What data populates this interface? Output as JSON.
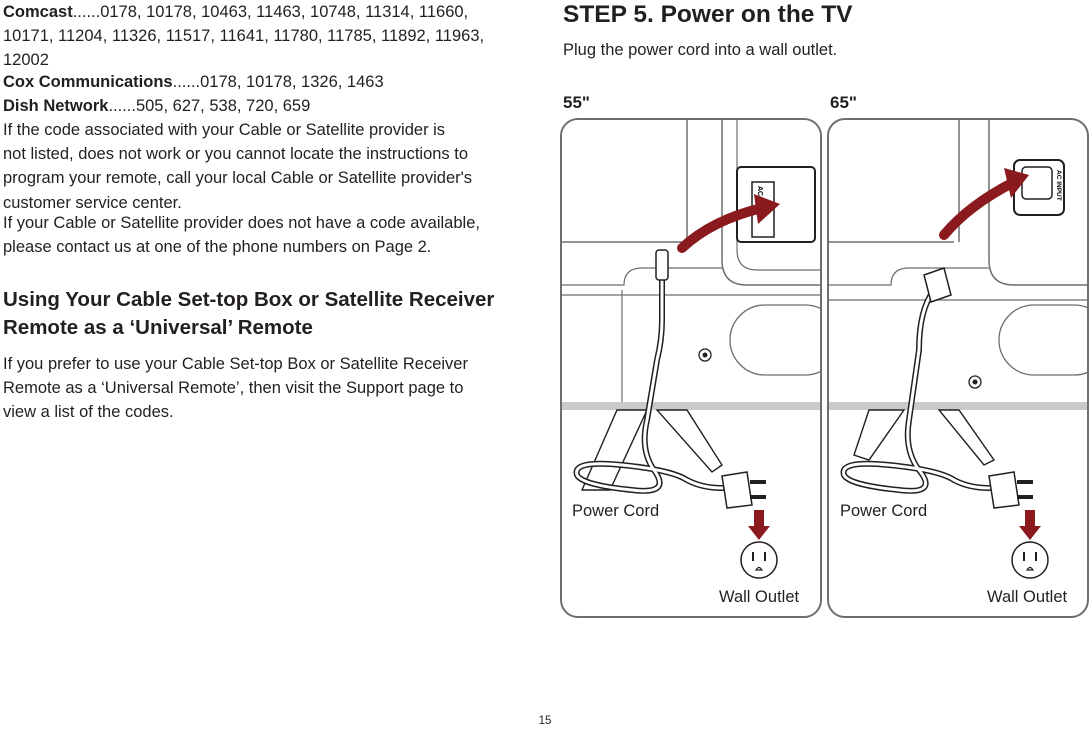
{
  "left": {
    "providers": [
      {
        "name": "Comcast",
        "codes_lines": [
          "......0178, 10178, 10463, 11463, 10748, 11314, 11660,",
          "10171, 11204, 11326, 11517, 11641, 11780, 11785, 11892, 11963,",
          "12002"
        ]
      },
      {
        "name": "Cox Communications",
        "codes_lines": [
          "......0178, 10178, 1326, 1463"
        ]
      },
      {
        "name": "Dish Network",
        "codes_lines": [
          "......505, 627, 538, 720, 659"
        ]
      }
    ],
    "para1": [
      "If the code associated with your Cable or Satellite provider is",
      "not listed, does not work or you cannot locate the instructions to",
      "program your remote, call your local Cable or Satellite provider's",
      "customer service center."
    ],
    "para2": [
      "If your Cable or Satellite provider does not have a code available,",
      "please contact us at one of the phone numbers on Page 2."
    ],
    "heading": [
      "Using Your Cable Set-top Box or Satellite Receiver",
      "Remote as a ‘Universal’ Remote"
    ],
    "para3": [
      "If you prefer to use your Cable Set-top Box or Satellite Receiver",
      "Remote as a ‘Universal Remote’, then visit the Support page to",
      "view a list of the codes."
    ]
  },
  "right": {
    "title": "STEP 5. Power on the TV",
    "instruction": "Plug the power cord into a wall outlet.",
    "panels": [
      {
        "size_label": "55\"",
        "power_cord_label": "Power Cord",
        "wall_outlet_label": "Wall Outlet",
        "port_label": "AC INPUT"
      },
      {
        "size_label": "65\"",
        "power_cord_label": "Power Cord",
        "wall_outlet_label": "Wall Outlet",
        "port_label": "AC INPUT"
      }
    ],
    "arrow_color": "#8b1a1e"
  },
  "page_number": "15"
}
